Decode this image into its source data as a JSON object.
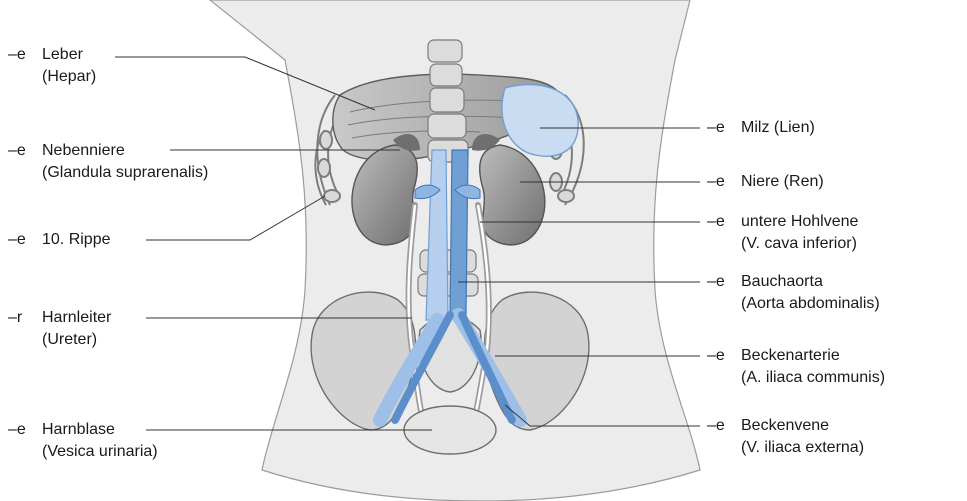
{
  "labels_left": [
    {
      "article": "–e",
      "term": "Leber",
      "latin": "(Hepar)"
    },
    {
      "article": "–e",
      "term": "Nebenniere",
      "latin": "(Glandula suprarenalis)"
    },
    {
      "article": "–e",
      "term": "10. Rippe",
      "latin": ""
    },
    {
      "article": "–r",
      "term": "Harnleiter",
      "latin": "(Ureter)"
    },
    {
      "article": "–e",
      "term": "Harnblase",
      "latin": "(Vesica urinaria)"
    }
  ],
  "labels_right": [
    {
      "article": "–e",
      "term": "Milz (Lien)",
      "latin": ""
    },
    {
      "article": "–e",
      "term": "Niere (Ren)",
      "latin": ""
    },
    {
      "article": "–e",
      "term": "untere Hohlvene",
      "latin": "(V. cava inferior)"
    },
    {
      "article": "–e",
      "term": "Bauchaorta",
      "latin": "(Aorta abdominalis)"
    },
    {
      "article": "–e",
      "term": "Beckenarterie",
      "latin": "(A. iliaca communis)"
    },
    {
      "article": "–e",
      "term": "Beckenvene",
      "latin": "(V. iliaca externa)"
    }
  ],
  "colors": {
    "body_fill": "#ececec",
    "organ_gray": "#8a8a8a",
    "vessel_blue": "#6f9fd3",
    "vessel_light": "#c9dcf2",
    "leader_line": "#333333"
  }
}
